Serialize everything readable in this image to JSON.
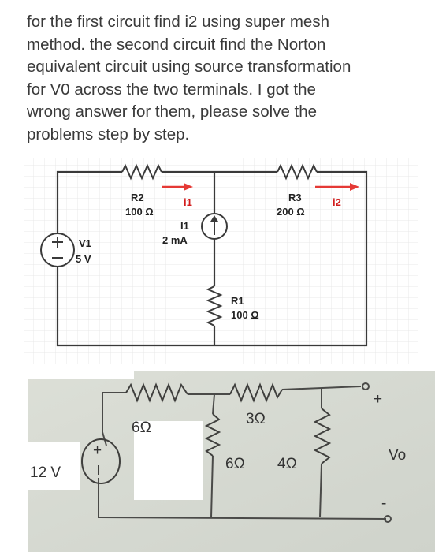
{
  "question": {
    "lines": [
      "for the first circuit find i2 using super mesh",
      "method. the second circuit find the Norton",
      "equivalent circuit using source transformation",
      "for V0 across the two terminals. I got the",
      "wrong answer for them, please solve the",
      "problems step by step."
    ]
  },
  "circuit1": {
    "r2_name": "R2",
    "r2_value": "100 Ω",
    "i1_arrow_label": "i1",
    "source_name": "I1",
    "source_value": "2 mA",
    "r3_name": "R3",
    "r3_value": "200 Ω",
    "i2_arrow_label": "i2",
    "v1_name": "V1",
    "v1_value": "5 V",
    "r1_name": "R1",
    "r1_value": "100 Ω",
    "arrow_color": "#e53935"
  },
  "circuit2": {
    "r_top_left": "6Ω",
    "r_top_right": "3Ω",
    "r_mid_left": "6Ω",
    "r_mid_right": "4Ω",
    "source_label": "12 V",
    "output_label": "Vo",
    "plus_sign": "+",
    "minus_sign": "-"
  }
}
